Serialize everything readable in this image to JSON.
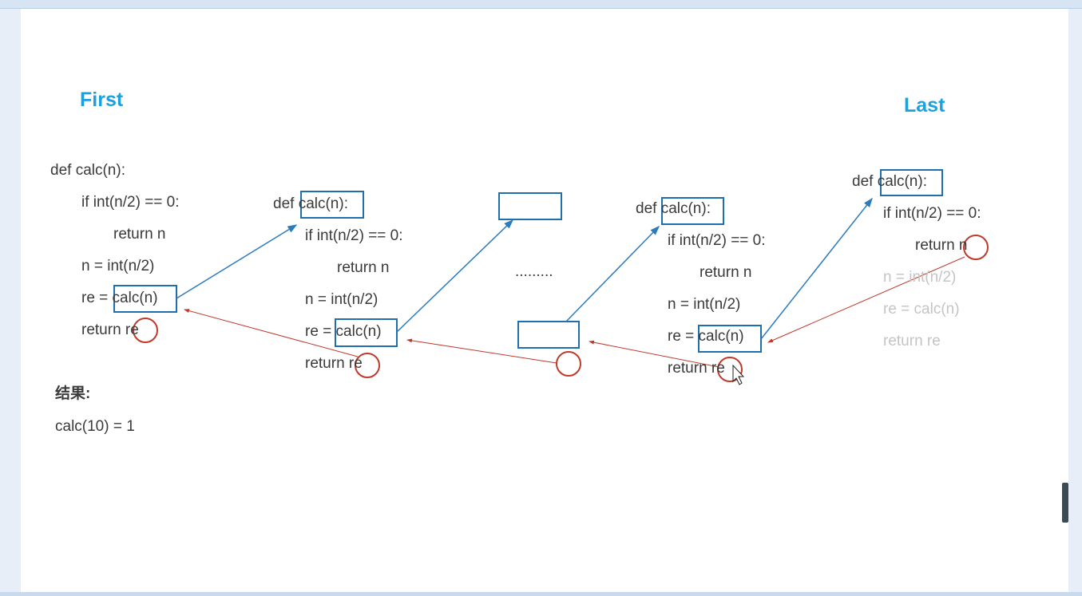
{
  "headings": {
    "first": "First",
    "last": "Last"
  },
  "columns": [
    {
      "lines": [
        "def calc(n):",
        "if int(n/2) == 0:",
        "return n",
        "n = int(n/2)",
        "re = calc(n)",
        "return re"
      ]
    },
    {
      "lines": [
        "def calc(n):",
        "if int(n/2) == 0:",
        "return n",
        "n = int(n/2)",
        "re = calc(n)",
        "return re"
      ]
    },
    {
      "ellipsis": "........."
    },
    {
      "lines": [
        "def calc(n):",
        "if int(n/2) == 0:",
        "return n",
        "n = int(n/2)",
        "re = calc(n)",
        "return re"
      ]
    },
    {
      "lines": [
        "def calc(n):",
        "if int(n/2) == 0:",
        "return n",
        "n = int(n/2)",
        "re = calc(n)",
        "return re"
      ]
    }
  ],
  "result": {
    "label": "结果:",
    "value": "calc(10) = 1"
  },
  "colors": {
    "heading": "#1ba1dd",
    "box": "#1f6fae",
    "call_arrow": "#2b7bbf",
    "return_arrow": "#c0392b"
  }
}
